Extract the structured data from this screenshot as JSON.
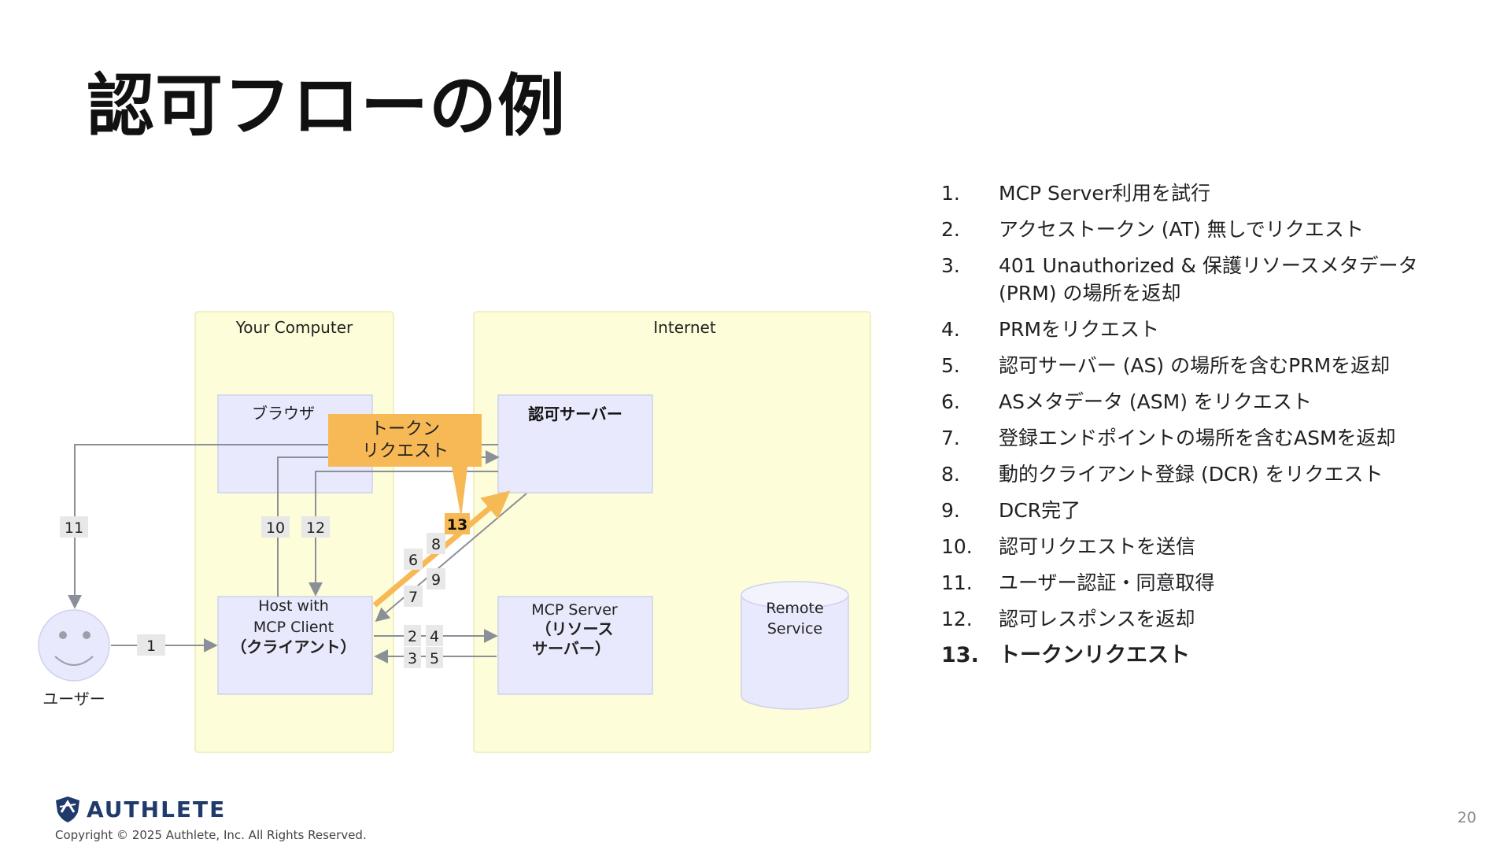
{
  "slide": {
    "title": "認可フローの例",
    "page_number": "20",
    "copyright": "Copyright © 2025 Authlete, Inc. All Rights Reserved.",
    "logo_text": "AUTHLETE"
  },
  "diagram": {
    "zone_local": "Your Computer",
    "zone_internet": "Internet",
    "browser": "ブラウザ",
    "auth_server": "認可サーバー",
    "host_line1": "Host with",
    "host_line2": "MCP Client",
    "host_line3": "（クライアント）",
    "mcp_line1": "MCP Server",
    "mcp_line2": "（リソース",
    "mcp_line3": "サーバー）",
    "remote_line1": "Remote",
    "remote_line2": "Service",
    "user": "ユーザー",
    "callout_line1": "トークン",
    "callout_line2": "リクエスト",
    "badges": {
      "b1": "1",
      "b2": "2",
      "b3": "3",
      "b4": "4",
      "b5": "5",
      "b6": "6",
      "b7": "7",
      "b8": "8",
      "b9": "9",
      "b10": "10",
      "b11": "11",
      "b12": "12",
      "b13": "13"
    },
    "colors": {
      "zone_fill": "#fdfdd9",
      "box_fill": "#e8e9fc",
      "highlight": "#f7b955"
    }
  },
  "steps": [
    {
      "num": "1.",
      "text": "MCP Server利用を試行"
    },
    {
      "num": "2.",
      "text": "アクセストークン (AT) 無しでリクエスト"
    },
    {
      "num": "3.",
      "text": "401 Unauthorized & 保護リソースメタデータ (PRM) の場所を返却"
    },
    {
      "num": "4.",
      "text": "PRMをリクエスト"
    },
    {
      "num": "5.",
      "text": "認可サーバー (AS) の場所を含むPRMを返却"
    },
    {
      "num": "6.",
      "text": "ASメタデータ (ASM) をリクエスト"
    },
    {
      "num": "7.",
      "text": "登録エンドポイントの場所を含むASMを返却"
    },
    {
      "num": "8.",
      "text": "動的クライアント登録 (DCR) をリクエスト"
    },
    {
      "num": "9.",
      "text": "DCR完了"
    },
    {
      "num": "10.",
      "text": "認可リクエストを送信"
    },
    {
      "num": "11.",
      "text": "ユーザー認証・同意取得"
    },
    {
      "num": "12.",
      "text": "認可レスポンスを返却"
    },
    {
      "num": "13.",
      "text": "トークンリクエスト",
      "bold": true
    }
  ]
}
